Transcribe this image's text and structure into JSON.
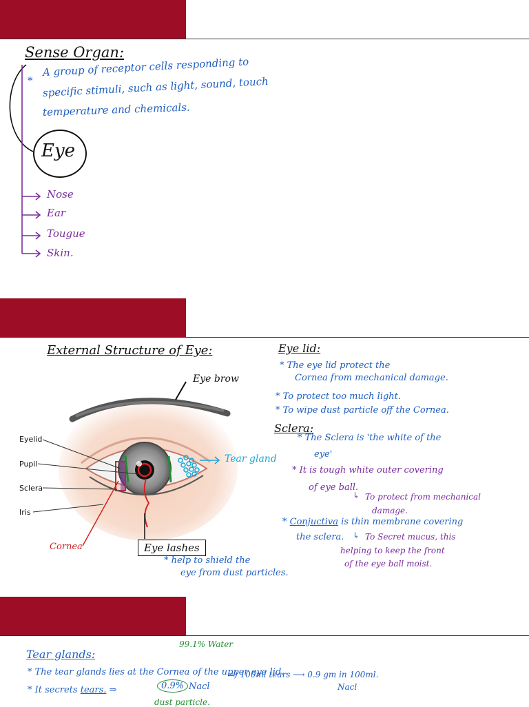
{
  "section1": {
    "title": "Sense Organ:",
    "bullet_mark": "*",
    "definition_lines": [
      "A group of receptor cells responding to",
      "specific stimuli, such as light, sound, touch",
      "temperature and chemicals."
    ],
    "main_organ": "Eye",
    "organs": [
      "Nose",
      "Ear",
      "Tougue",
      "Skin."
    ]
  },
  "section2": {
    "title": "External Structure of Eye:",
    "diagram_labels": {
      "eyebrow": "Eye brow",
      "eyelid": "Eyelid",
      "pupil": "Pupil",
      "sclera": "Sclera",
      "iris": "Iris",
      "cornea": "Cornea",
      "tear_gland": "Tear gland",
      "eyelashes": "Eye lashes"
    },
    "eyelashes_note": [
      "* help to shield the",
      "eye from dust particles."
    ],
    "eyelid_heading": "Eye lid:",
    "eyelid_points": [
      "* The eye lid protect the",
      "Cornea from mechanical damage.",
      "* To protect too much light.",
      "* To wipe dust particle off the Cornea."
    ],
    "sclera_heading": "Sclera:",
    "sclera_points": [
      "* The Sclera is 'the white of the",
      "eye'",
      "* It is tough white outer covering",
      "of eye ball.",
      "To protect from mechanical",
      "damage."
    ],
    "conjuctiva": {
      "term": "Conjuctiva",
      "text1": "is thin membrane covering",
      "text2": "the sclera.",
      "note": [
        "To Secret mucus, this",
        "helping to keep the front",
        "of the eye ball moist."
      ]
    }
  },
  "section3": {
    "title": "Tear glands:",
    "water": "99.1% Water",
    "line1": "* The tear glands lies at the Cornea of the upper eye lid.",
    "line2_prefix": "* It secrets",
    "tears": "tears.",
    "nacl_pct": "0.9%",
    "nacl": "Nacl",
    "ratio": "=) 100ml tears ⟶ 0.9 gm in 100ml.",
    "ratio_unit": "Nacl",
    "dust": "dust particle."
  }
}
